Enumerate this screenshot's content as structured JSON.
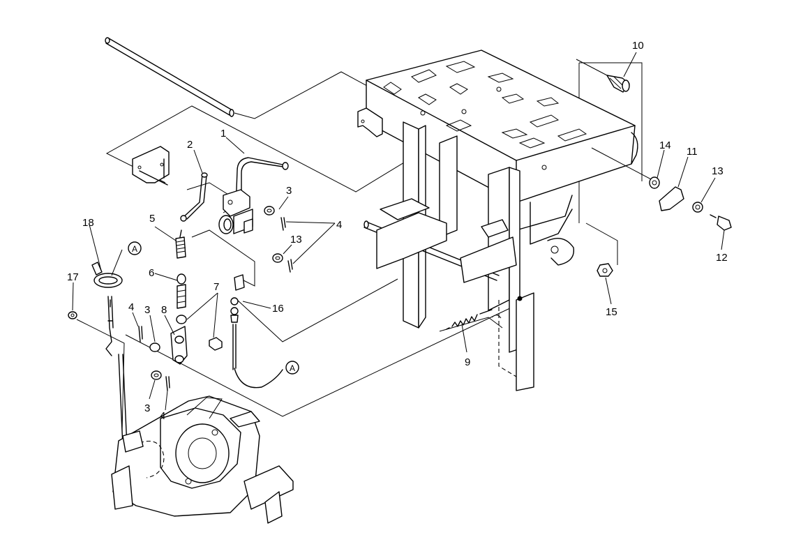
{
  "callouts": [
    {
      "id": "c1",
      "text": "1"
    },
    {
      "id": "c2",
      "text": "2"
    },
    {
      "id": "c3a",
      "text": "3"
    },
    {
      "id": "c4a",
      "text": "4"
    },
    {
      "id": "c5",
      "text": "5"
    },
    {
      "id": "c13a",
      "text": "13"
    },
    {
      "id": "c18",
      "text": "18"
    },
    {
      "id": "c6",
      "text": "6"
    },
    {
      "id": "c7",
      "text": "7"
    },
    {
      "id": "c16",
      "text": "16"
    },
    {
      "id": "c17",
      "text": "17"
    },
    {
      "id": "c4b",
      "text": "4"
    },
    {
      "id": "c3b",
      "text": "3"
    },
    {
      "id": "c8",
      "text": "8"
    },
    {
      "id": "c3c",
      "text": "3"
    },
    {
      "id": "c4c",
      "text": "4"
    },
    {
      "id": "c9",
      "text": "9"
    },
    {
      "id": "c10",
      "text": "10"
    },
    {
      "id": "c14",
      "text": "14"
    },
    {
      "id": "c11",
      "text": "11"
    },
    {
      "id": "c13b",
      "text": "13"
    },
    {
      "id": "c12",
      "text": "12"
    },
    {
      "id": "c15",
      "text": "15"
    }
  ],
  "connectors": [
    {
      "id": "a1",
      "letter": "A"
    },
    {
      "id": "a2",
      "letter": "A"
    }
  ]
}
